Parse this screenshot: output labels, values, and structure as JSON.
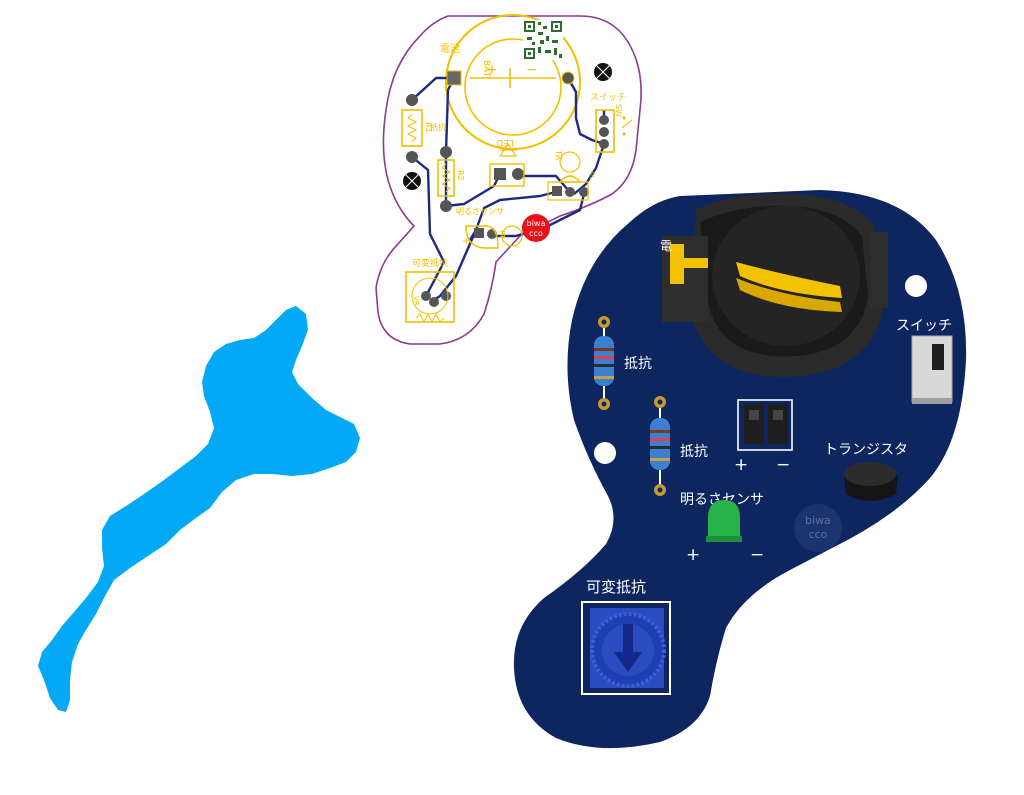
{
  "layout_pcb": {
    "labels": {
      "battery": "電池",
      "bat": "BAT",
      "plus": "+",
      "minus": "−",
      "switch": "スイッチ",
      "sw": "SW",
      "resistor": "抵抗",
      "r1": "R1",
      "r2": "R2",
      "led": "LED",
      "tr": "TR",
      "sensor": "明るさセンサ",
      "pt": "PT",
      "variable_resistor": "可変抵抗",
      "vr": "VR"
    },
    "logo": {
      "line1": "biwa",
      "line2": "cco"
    },
    "colors": {
      "outline": "#8e3a8e",
      "trace": "#1c2a80",
      "silk": "#f0c000",
      "logo": "#e8121c"
    }
  },
  "board_3d": {
    "labels": {
      "battery_partial": "電",
      "switch": "スイッチ",
      "resistor_1": "抵抗",
      "resistor_2": "抵抗",
      "plus_1": "+",
      "minus_1": "−",
      "transistor": "トランジスタ",
      "sensor": "明るさセンサ",
      "plus_2": "+",
      "minus_2": "−",
      "variable_resistor": "可変抵抗"
    },
    "logo": {
      "line1": "biwa",
      "line2": "cco"
    },
    "colors": {
      "board": "#0d2660",
      "led": "#27b24a",
      "gold": "#f2c200",
      "holder": "#2a2a2a"
    }
  },
  "lake": {
    "color": "#03a9f4"
  }
}
